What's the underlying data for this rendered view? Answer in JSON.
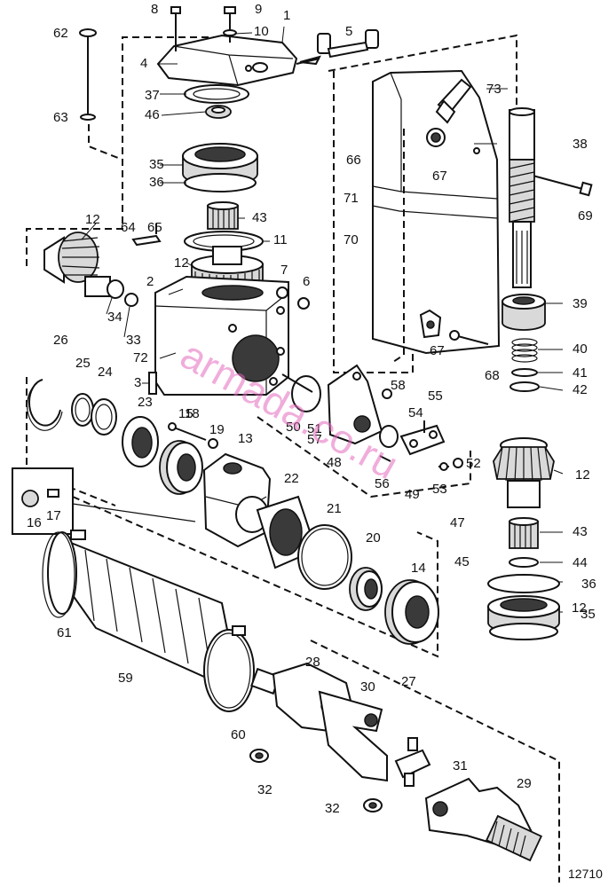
{
  "figure_number": "12710",
  "watermark": "armada.co.ru",
  "callouts": [
    "1",
    "2",
    "3",
    "4",
    "5",
    "6",
    "7",
    "8",
    "9",
    "10",
    "11",
    "12",
    "12",
    "12",
    "12",
    "13",
    "14",
    "15",
    "16",
    "17",
    "18",
    "19",
    "20",
    "21",
    "22",
    "23",
    "24",
    "25",
    "26",
    "27",
    "28",
    "29",
    "30",
    "31",
    "32",
    "32",
    "33",
    "34",
    "35",
    "35",
    "36",
    "36",
    "37",
    "38",
    "39",
    "40",
    "41",
    "42",
    "43",
    "43",
    "44",
    "45",
    "46",
    "47",
    "48",
    "49",
    "50",
    "51",
    "52",
    "53",
    "54",
    "55",
    "56",
    "57",
    "58",
    "59",
    "60",
    "61",
    "62",
    "63",
    "64",
    "65",
    "66",
    "67",
    "67",
    "68",
    "69",
    "70",
    "71",
    "72",
    "73"
  ]
}
